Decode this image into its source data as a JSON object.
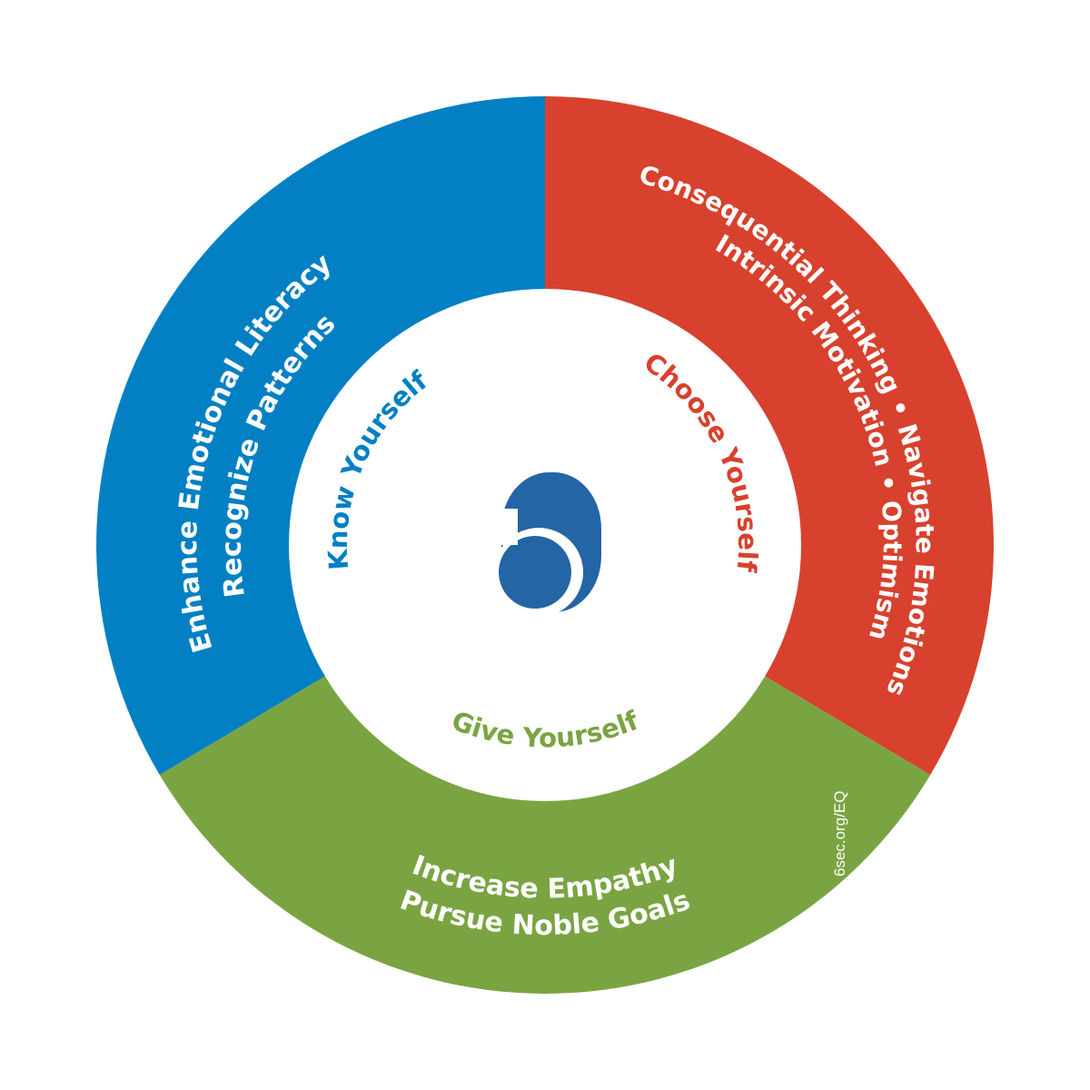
{
  "colors": {
    "know": "#0380c4",
    "choose": "#d8412d",
    "give": "#7aa442",
    "logo": "#2465a6",
    "center": "#ffffff"
  },
  "segments": {
    "know": {
      "label": "Know Yourself",
      "competencies": [
        "Enhance Emotional Literacy",
        "Recognize Patterns"
      ]
    },
    "choose": {
      "label": "Choose Yourself",
      "competencies_line1": "Consequential Thinking • Navigate Emotions",
      "competencies_line2": "Intrinsic Motivation • Optimism"
    },
    "give": {
      "label": "Give Yourself",
      "competencies": [
        "Increase Empathy",
        "Pursue Noble Goals"
      ]
    }
  },
  "url": "6sec.org/EQ",
  "logo_icon": "six-seconds-logo-icon"
}
